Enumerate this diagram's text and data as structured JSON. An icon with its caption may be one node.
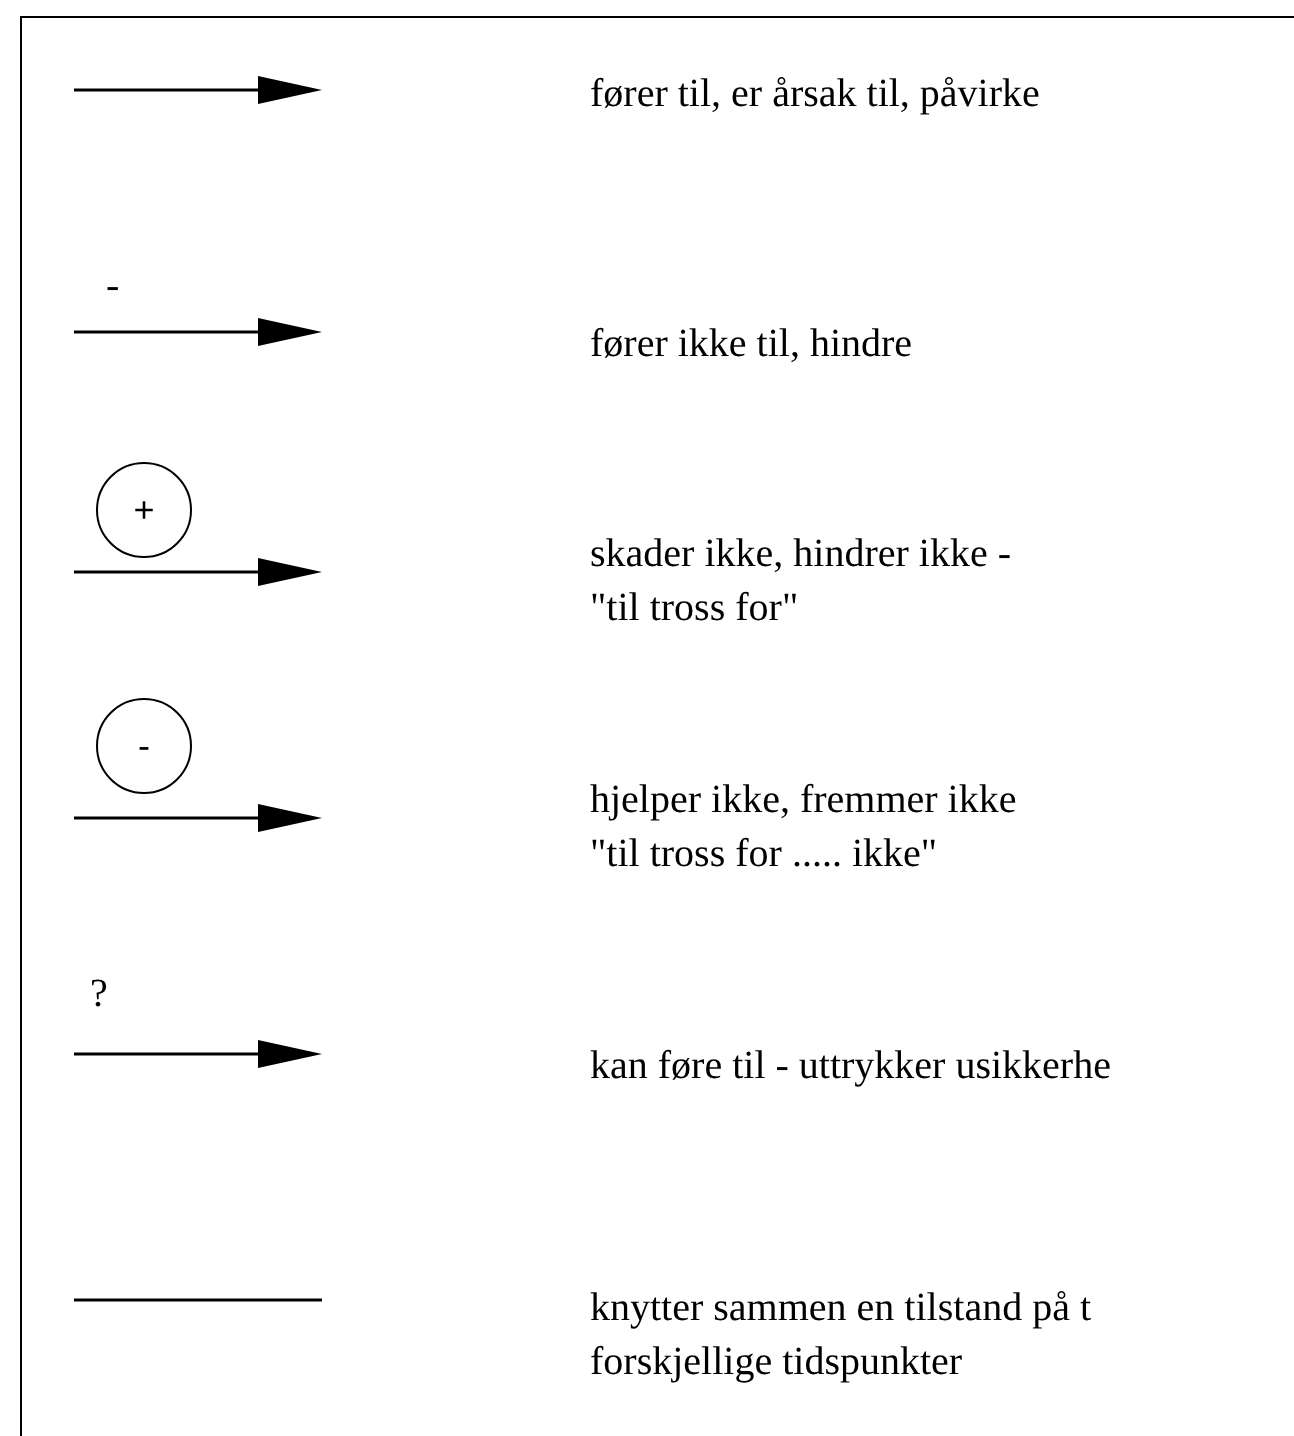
{
  "diagram": {
    "labels": [
      "-",
      "+",
      "-",
      "?"
    ],
    "legend": [
      {
        "text": "fører til, er årsak til, påvirke"
      },
      {
        "text": "fører ikke til, hindre"
      },
      {
        "text": "skader ikke, hindrer ikke - \"til tross for\""
      },
      {
        "text": "hjelper ikke, fremmer ikke \"til tross for ..... ikke\""
      },
      {
        "text": "kan føre til - uttrykker usikkerhe"
      },
      {
        "text": "knytter sammen en tilstand på t forskjellige tidspunkter"
      }
    ]
  }
}
